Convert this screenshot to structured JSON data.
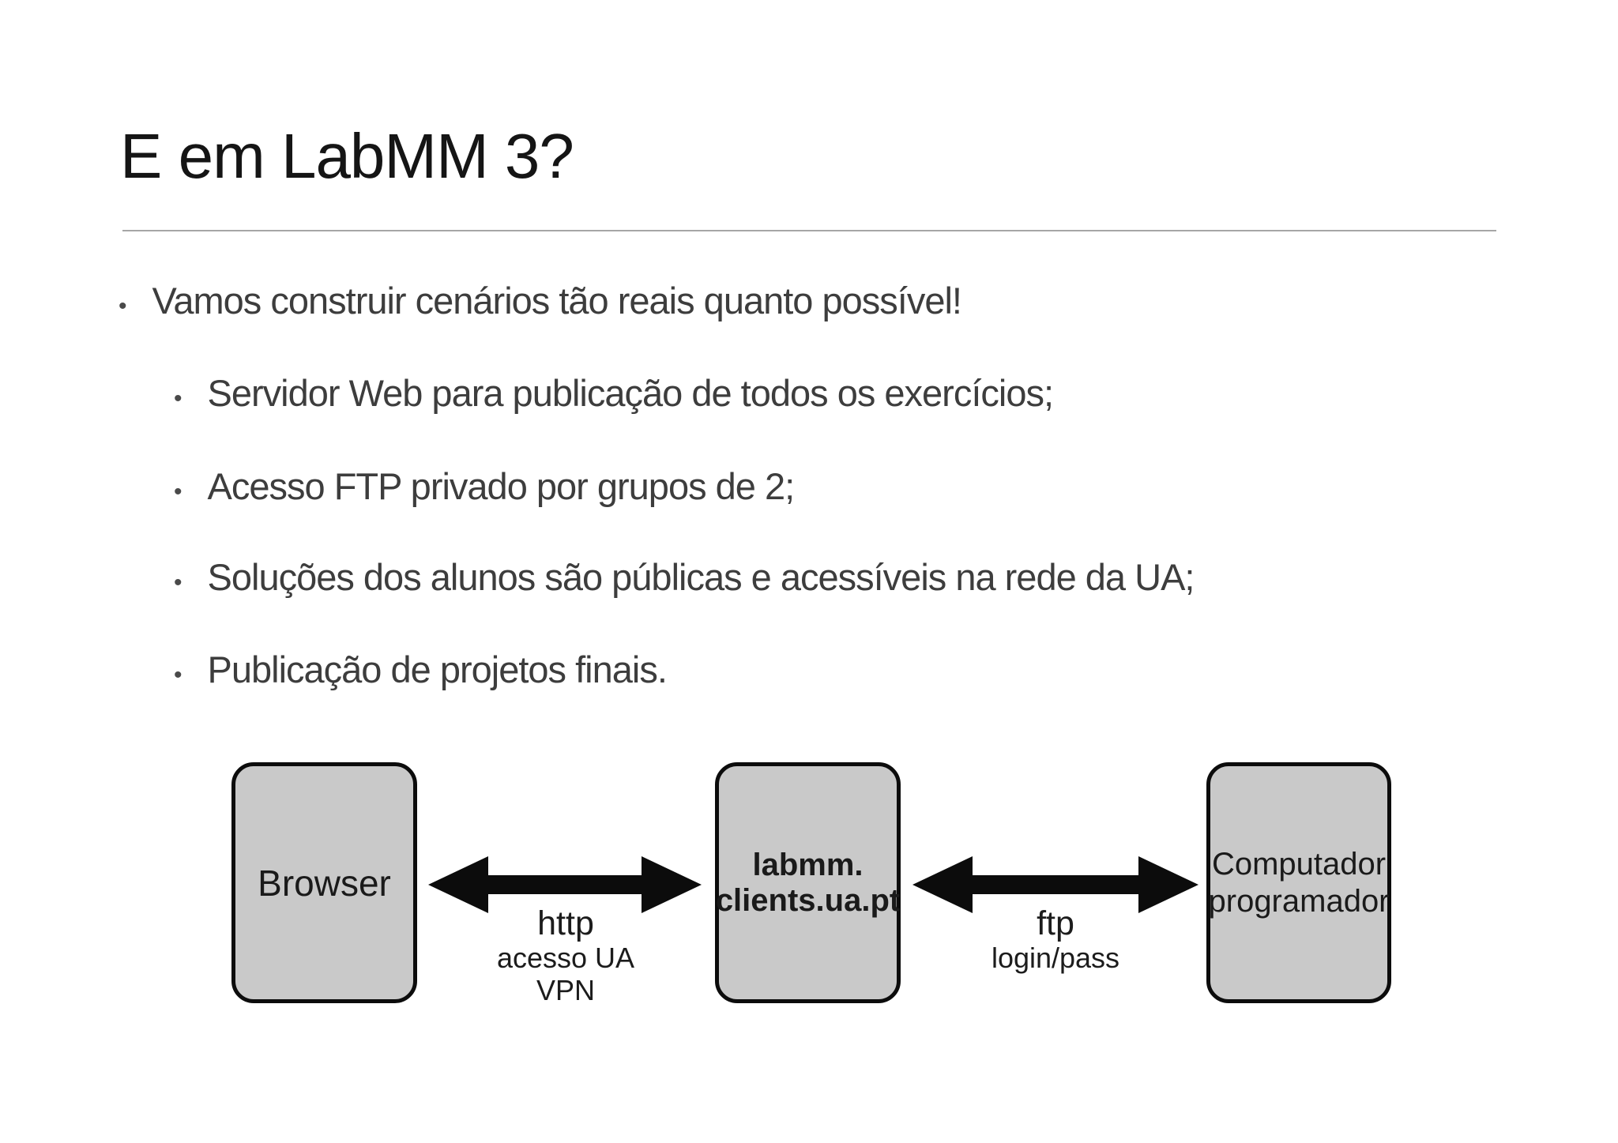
{
  "slide": {
    "title": "E em LabMM 3?",
    "bullets": {
      "marker": "•",
      "level1": "Vamos construir cenários tão reais quanto possível!",
      "sub": [
        "Servidor Web para publicação de todos os exercícios;",
        "Acesso FTP privado por grupos de 2;",
        "Soluções dos alunos são públicas e acessíveis na rede da UA;",
        "Publicação de projetos finais."
      ]
    },
    "diagram": {
      "nodes": {
        "browser": {
          "label": "Browser"
        },
        "server": {
          "line1": "labmm.",
          "line2": "clients.ua.pt"
        },
        "computer": {
          "line1": "Computador",
          "line2": "programador"
        }
      },
      "links": {
        "http": {
          "protocol": "http",
          "note1": "acesso UA",
          "note2": "VPN"
        },
        "ftp": {
          "protocol": "ftp",
          "note1": "login/pass"
        }
      }
    },
    "colors": {
      "background": "#ffffff",
      "title_text": "#151515",
      "body_text": "#3d3d3d",
      "rule": "#a6a6a6",
      "box_fill": "#c9c9c9",
      "box_border": "#0c0c0c",
      "arrow": "#0c0c0c",
      "diagram_text": "#1a1a1a"
    }
  }
}
